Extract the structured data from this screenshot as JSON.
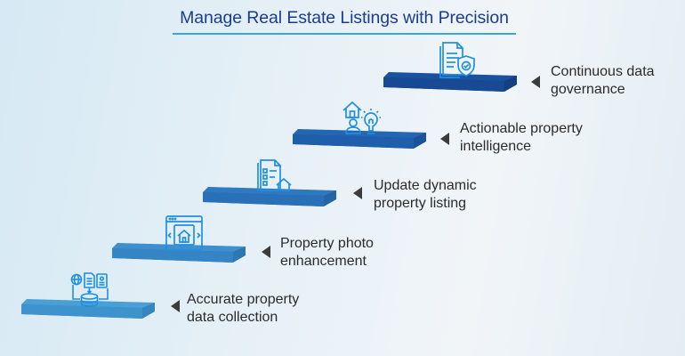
{
  "title": "Manage Real Estate Listings with Precision",
  "colors": {
    "title": "#1a3d8f",
    "underline": "#3aa6df",
    "icon_stroke": "#1f8fe0",
    "pointer": "#3c3c3c",
    "label": "#2b2b2b"
  },
  "steps": [
    {
      "order": 1,
      "line1": "Accurate property",
      "line2": "data collection",
      "icon": "database-documents-icon",
      "platform_top": "#4a9fd6",
      "platform_side": "#3786bd"
    },
    {
      "order": 2,
      "line1": "Property photo",
      "line2": "enhancement",
      "icon": "photo-gallery-house-icon",
      "platform_top": "#3d8fd0",
      "platform_side": "#2f77b3"
    },
    {
      "order": 3,
      "line1": "Update dynamic",
      "line2": "property listing",
      "icon": "checklist-house-icon",
      "platform_top": "#2f79c2",
      "platform_side": "#2565a6"
    },
    {
      "order": 4,
      "line1": "Actionable property",
      "line2": "intelligence",
      "icon": "house-person-bulb-icon",
      "platform_top": "#2266b4",
      "platform_side": "#1b5399"
    },
    {
      "order": 5,
      "line1": "Continuous data",
      "line2": "governance",
      "icon": "document-shield-icon",
      "platform_top": "#1a52a0",
      "platform_side": "#143f80"
    }
  ]
}
